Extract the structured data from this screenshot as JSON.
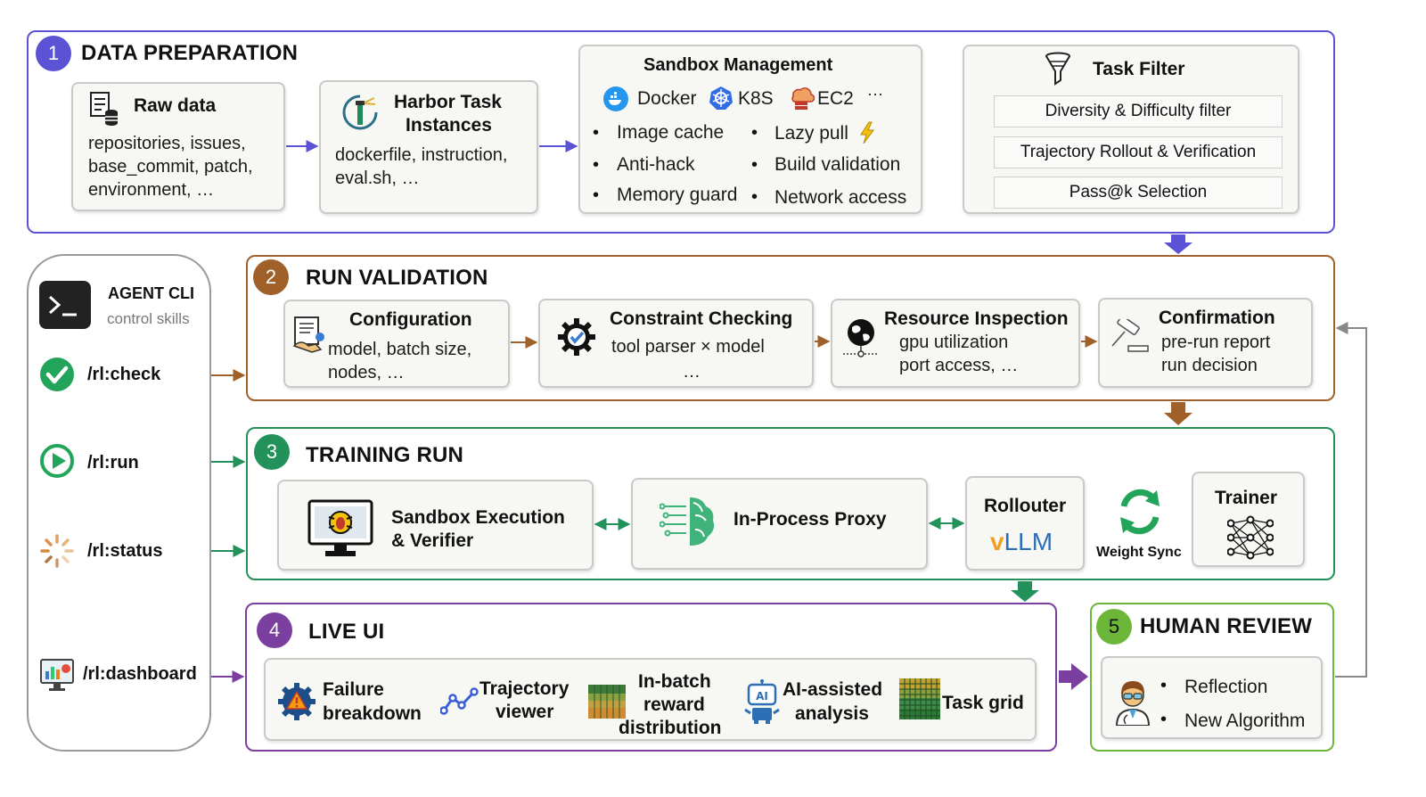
{
  "stage1": {
    "number": "1",
    "title": "DATA PREPARATION",
    "raw_data": {
      "title": "Raw data",
      "lines": [
        "repositories, issues,",
        "base_commit, patch,",
        "environment, …"
      ]
    },
    "harbor": {
      "title_1": "Harbor Task",
      "title_2": "Instances",
      "lines": [
        "dockerfile, instruction,",
        "eval.sh, …"
      ]
    },
    "sandbox": {
      "title": "Sandbox Management",
      "providers": [
        "Docker",
        "K8S",
        "EC2",
        "···"
      ],
      "bullets_left": [
        "Image cache",
        "Anti-hack",
        "Memory guard"
      ],
      "bullets_right": [
        "Lazy pull",
        "Build validation",
        "Network access"
      ]
    },
    "filter": {
      "title": "Task Filter",
      "items": [
        "Diversity & Difficulty filter",
        "Trajectory Rollout & Verification",
        "Pass@k Selection"
      ]
    }
  },
  "cli": {
    "title": "AGENT CLI",
    "subtitle": "control skills",
    "commands": [
      "/rl:check",
      "/rl:run",
      "/rl:status",
      "/rl:dashboard"
    ]
  },
  "stage2": {
    "number": "2",
    "title": "RUN VALIDATION",
    "config": {
      "title": "Configuration",
      "lines": [
        "model, batch size,",
        "nodes, …"
      ]
    },
    "constraint": {
      "title": "Constraint Checking",
      "lines": [
        "tool parser × model",
        "…"
      ]
    },
    "resource": {
      "title": "Resource Inspection",
      "lines": [
        "gpu utilization",
        "port access, …"
      ]
    },
    "confirm": {
      "title": "Confirmation",
      "lines": [
        "pre-run report",
        "run decision"
      ]
    }
  },
  "stage3": {
    "number": "3",
    "title": "TRAINING RUN",
    "sandbox_exec": {
      "line_1": "Sandbox Execution",
      "line_2": "& Verifier"
    },
    "proxy": "In-Process Proxy",
    "rollouter": {
      "title": "Rollouter",
      "engine_v": "v",
      "engine_rest": "LLM"
    },
    "weight_sync": "Weight Sync",
    "trainer": "Trainer"
  },
  "stage4": {
    "number": "4",
    "title": "LIVE UI",
    "items": [
      {
        "lines": [
          "Failure",
          "breakdown"
        ]
      },
      {
        "lines": [
          "Trajectory",
          "viewer"
        ]
      },
      {
        "lines": [
          "In-batch",
          "reward",
          "distribution"
        ]
      },
      {
        "lines": [
          "AI-assisted",
          "analysis"
        ]
      },
      {
        "lines": [
          "Task grid"
        ]
      }
    ],
    "ai_badge": "AI"
  },
  "stage5": {
    "number": "5",
    "title": "HUMAN REVIEW",
    "bullets": [
      "Reflection",
      "New Algorithm"
    ]
  },
  "colors": {
    "stage1": "#5b52d6",
    "stage2": "#a0602a",
    "stage3": "#23915a",
    "stage4": "#7b3fa0",
    "stage5": "#6cb63a",
    "cli_border": "#9a9a9a"
  }
}
